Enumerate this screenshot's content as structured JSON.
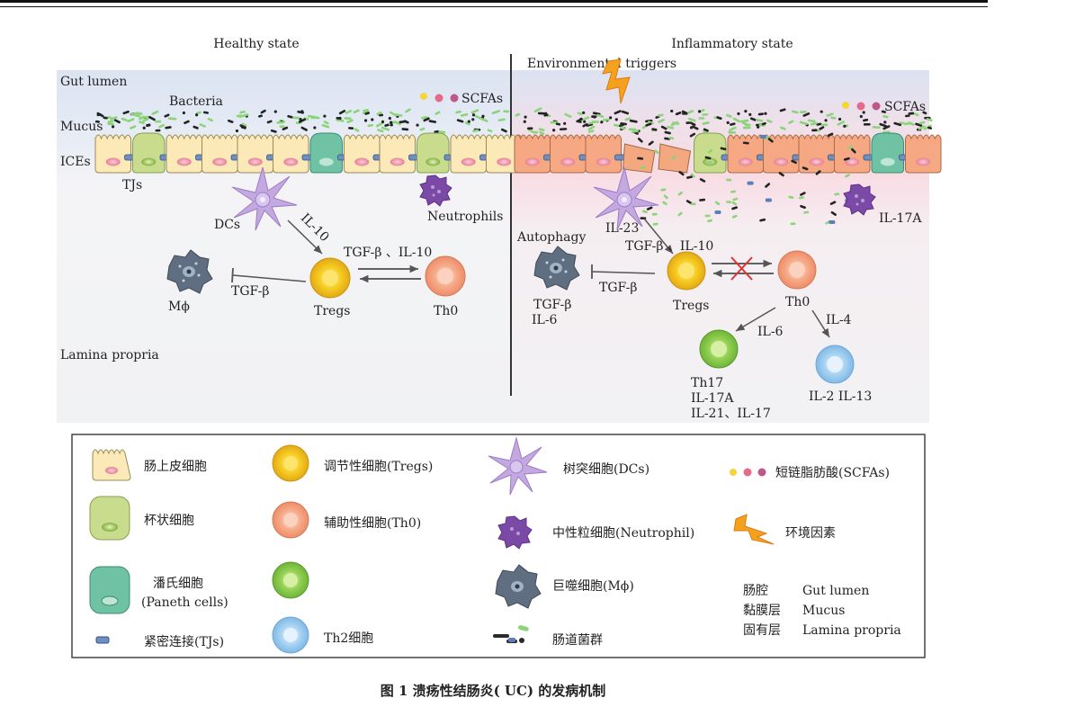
{
  "header": {
    "healthy_title": "Healthy state",
    "inflammatory_title": "Inflammatory state"
  },
  "diagram": {
    "gut_lumen": "Gut lumen",
    "mucus": "Mucus",
    "ices": "ICEs",
    "tjs": "TJs",
    "lamina_propria": "Lamina propria",
    "bacteria": "Bacteria",
    "scfas": "SCFAs",
    "environmental_triggers": "Environmental triggers",
    "healthy": {
      "dcs": "DCs",
      "il10": "IL-10",
      "neutrophils": "Neutrophils",
      "tgf_il10": "TGF-β 、IL-10",
      "tgf_b": "TGF-β",
      "mphi": "Mϕ",
      "tregs": "Tregs",
      "th0": "Th0"
    },
    "inflammatory": {
      "il23": "IL-23",
      "autophagy": "Autophagy",
      "tgf_il10": "TGF-β 、IL-10",
      "tgf_b": "TGF-β",
      "tgf_b2": "TGF-β",
      "il6_m": "IL-6",
      "tregs": "Tregs",
      "th0": "Th0",
      "il6": "IL-6",
      "il4": "IL-4",
      "il17a": "IL-17A",
      "th17_lines": [
        "Th17",
        "IL-17A",
        "IL-21、IL-17"
      ],
      "th2_line": "IL-2 IL-13"
    }
  },
  "legend": {
    "epithelial": "肠上皮细胞",
    "goblet": "杯状细胞",
    "paneth_line1": "潘氏细胞",
    "paneth_line2": "(Paneth cells)",
    "tj": "紧密连接(TJs)",
    "tregs": "调节性细胞(Tregs)",
    "th0": "辅助性细胞(Th0)",
    "th17": "",
    "th2": "Th2细胞",
    "dcs": "树突细胞(DCs)",
    "neutrophil": "中性粒细胞(Neutrophil)",
    "macrophage": "巨噬细胞(Mϕ)",
    "microbiota": "肠道菌群",
    "scfas": "短链脂肪酸(SCFAs)",
    "env": "环境因素",
    "terms": [
      {
        "cn": "肠腔",
        "en": "Gut lumen"
      },
      {
        "cn": "黏膜层",
        "en": "Mucus"
      },
      {
        "cn": "固有层",
        "en": "Lamina propria"
      }
    ]
  },
  "caption": "图 1   溃疡性结肠炎( UC) 的发病机制",
  "colors": {
    "lumen": "#dfe7f3",
    "lamina": "#f2f3f5",
    "epithelial": "#fbe9b8",
    "goblet": "#c9dc8e",
    "paneth": "#6fc3a4",
    "tregs": "#f5c92a",
    "th0": "#f6a684",
    "th17": "#8ccd4f",
    "th2": "#9fcdef",
    "dc": "#b79ad6",
    "neutrophil": "#7a4aa3",
    "macrophage": "#5d6c7d"
  }
}
